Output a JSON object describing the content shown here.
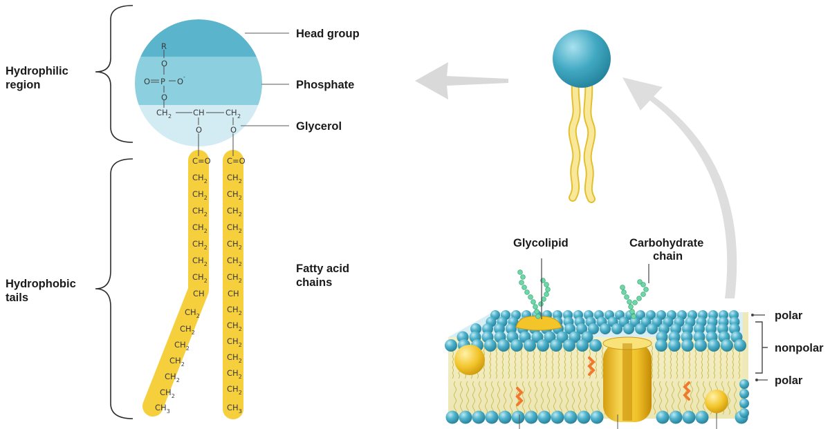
{
  "labels": {
    "hydrophilic_line1": "Hydrophilic",
    "hydrophilic_line2": "region",
    "hydrophobic_line1": "Hydrophobic",
    "hydrophobic_line2": "tails",
    "head_group": "Head group",
    "phosphate": "Phosphate",
    "glycerol": "Glycerol",
    "fatty_acid_line1": "Fatty acid",
    "fatty_acid_line2": "chains",
    "glycolipid": "Glycolipid",
    "carbohydrate_line1": "Carbohydrate",
    "carbohydrate_line2": "chain",
    "polar_top": "polar",
    "nonpolar": "nonpolar",
    "polar_bottom": "polar"
  },
  "chemistry": {
    "r": "R",
    "o": "O",
    "o_minus": "O",
    "minus_sign": "-",
    "p": "P",
    "ch": "CH",
    "ch2": "CH",
    "ch3": "CH",
    "sub2": "2",
    "sub3": "3",
    "carbonyl": "C=O"
  },
  "colors": {
    "head_dark": "#5ab4cb",
    "phosphate_mid": "#8ccfdf",
    "glycerol_light": "#d3ecf4",
    "tail_yellow": "#f6cf3d",
    "tail_edge": "#e4b420",
    "bead_blue": "#3fa3bd",
    "carb_green": "#6fd6a6",
    "arrow_gray": "#d9d9d9",
    "protein_orange": "#ef7a2e"
  }
}
